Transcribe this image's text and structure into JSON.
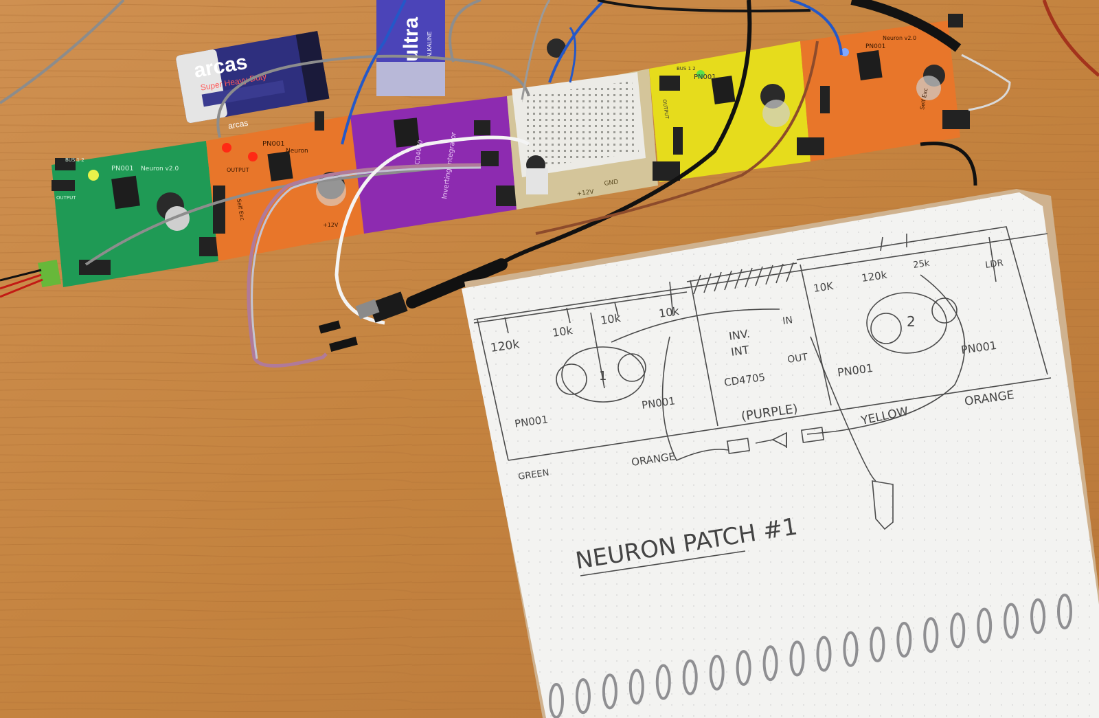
{
  "battery_orange": {
    "brand": "arcas",
    "subtitle": "Super Heavy Duty",
    "side_text": "arcas"
  },
  "battery_purple": {
    "brand": "ultra",
    "subtitle": "ALKALINE"
  },
  "boards": {
    "green": {
      "label": "PN001",
      "title": "Neuron v2.0",
      "out": "OUTPUT",
      "bus": "BUS 1 2"
    },
    "orange_left": {
      "label": "PN001",
      "title": "Neuron",
      "out": "OUTPUT",
      "side": "Self Exc",
      "vlabel": "+12V"
    },
    "purple": {
      "title": "Inverting Integrator",
      "chip": "CD4070"
    },
    "breadboard": {
      "label": "+12V",
      "gnd": "GND"
    },
    "yellow": {
      "label": "PN001",
      "out": "OUTPUT",
      "bus": "BUS 1 2"
    },
    "orange_right": {
      "label": "PN001",
      "title": "Neuron v2.0",
      "side": "Self Exc"
    }
  },
  "notebook": {
    "labels": {
      "r_120k_left": "120k",
      "r_10k_1": "10k",
      "r_10k_2": "10k",
      "r_10k_3": "10k",
      "inv": "INV.",
      "int": "INT",
      "in": "IN",
      "out": "OUT",
      "chip": "CD4705",
      "pn001_a": "PN001",
      "pn001_b": "PN001",
      "pn001_c": "PN001",
      "pn001_d": "PN001",
      "neuron_1": "1",
      "neuron_2": "2",
      "r_10k_right": "10K",
      "r_120k_right": "120k",
      "r_25k": "25k",
      "ldr": "LDR",
      "purple": "(PURPLE)",
      "yellow": "YELLOW",
      "orange_left": "ORANGE",
      "orange_right": "ORANGE",
      "green": "GREEN"
    },
    "title": "NEURON PATCH #1"
  },
  "colors": {
    "desk": "#c98a4b",
    "green_board": "#1f9a55",
    "orange_board": "#e8762a",
    "purple_board": "#8d2bb0",
    "yellow_board": "#e6dc1c",
    "breadboard": "#ecebe6",
    "paper": "#f3f3f1"
  }
}
